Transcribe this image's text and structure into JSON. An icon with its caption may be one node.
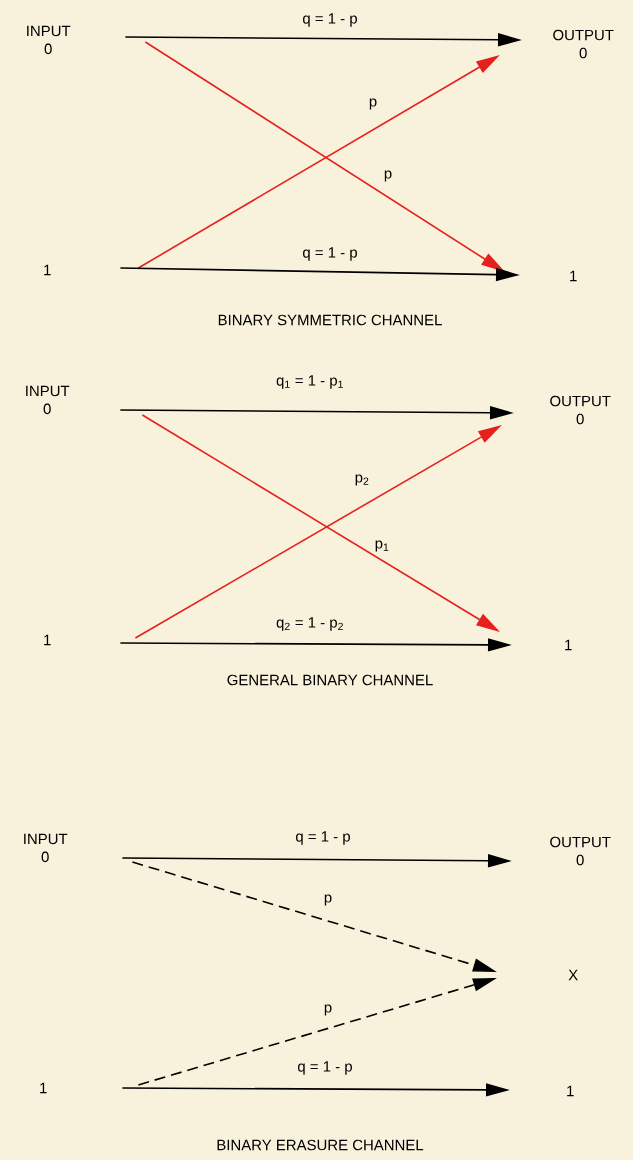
{
  "diagram": {
    "nodes": [
      {
        "text": [
          "INPUT",
          "0"
        ]
      },
      {
        "text": [
          "OUTPUT",
          "0"
        ]
      },
      {
        "text": [
          "1"
        ]
      },
      {
        "text": [
          "1"
        ]
      },
      {
        "text": [
          "INPUT",
          "0"
        ]
      },
      {
        "text": [
          "OUTPUT",
          "0"
        ]
      },
      {
        "text": [
          "1"
        ]
      },
      {
        "text": [
          "1"
        ]
      },
      {
        "text": [
          "INPUT",
          "0"
        ]
      },
      {
        "text": [
          "OUTPUT",
          "0"
        ]
      },
      {
        "text": [
          "X"
        ]
      },
      {
        "text": [
          "1"
        ]
      },
      {
        "text": [
          "1"
        ]
      }
    ],
    "edges": [
      {
        "from": 0,
        "to": 1,
        "arrow": "to",
        "label": "q = 1 - p"
      },
      {
        "from": 2,
        "to": 1,
        "arrow": "to",
        "label": "p",
        "color": "#e5211d"
      },
      {
        "from": 0,
        "to": 3,
        "arrow": "to",
        "label": "p",
        "color": "#e5211d"
      },
      {
        "from": 2,
        "to": 3,
        "arrow": "to",
        "label": "q = 1 - p"
      },
      {
        "from": 4,
        "to": 5,
        "arrow": "to",
        "label": "q$_{1}$ = 1 - p$_{1}$"
      },
      {
        "from": 6,
        "to": 5,
        "arrow": "to",
        "label": "p$_{2}$",
        "color": "#e5211d"
      },
      {
        "from": 4,
        "to": 7,
        "arrow": "to",
        "label": "p$_{1}$",
        "color": "#e5211d"
      },
      {
        "from": 6,
        "to": 7,
        "arrow": "to",
        "label": "q$_{2}$ = 1 - p$_{2}$"
      },
      {
        "from": 8,
        "to": 9,
        "arrow": "to",
        "label": "q = 1 - p"
      },
      {
        "from": 8,
        "to": 10,
        "arrow": "to",
        "label": "p",
        "style": "dashed"
      },
      {
        "from": 11,
        "to": 10,
        "arrow": "to",
        "label": "p",
        "style": "dashed"
      },
      {
        "from": 11,
        "to": 12,
        "arrow": "to",
        "label": "q = 1 - p"
      }
    ],
    "labels": [
      "BINARY SYMMETRIC CHANNEL",
      "GENERAL BINARY CHANNEL",
      "BINARY ERASURE CHANNEL"
    ]
  }
}
